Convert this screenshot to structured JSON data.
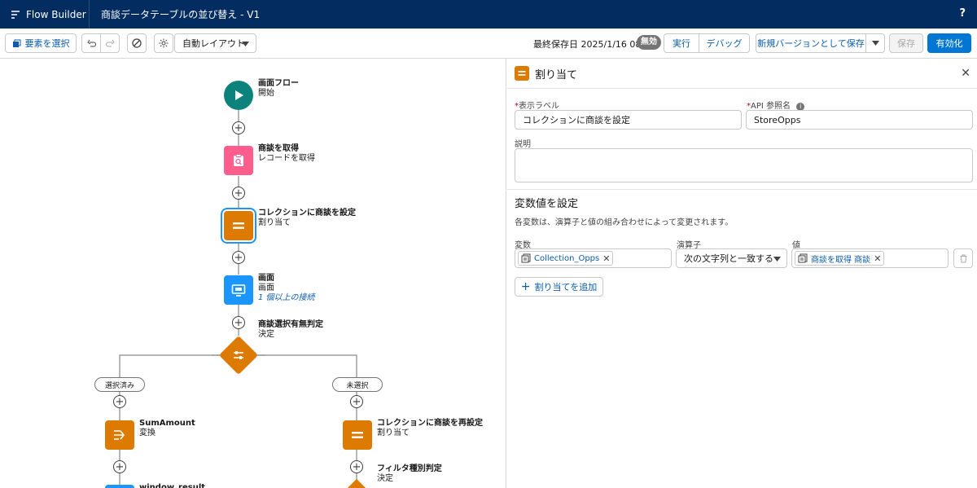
{
  "header": {
    "app_name": "Flow Builder",
    "flow_title": "商談データテーブルの並び替え - V1",
    "help_label": "?"
  },
  "toolbar": {
    "select_elements": "要素を選択",
    "layout_mode": "自動レイアウト",
    "last_saved": "最終保存日 2025/1/16 08:55",
    "status_badge": "無効",
    "run": "実行",
    "debug": "デバッグ",
    "save_new_version": "新規バージョンとして保存",
    "save": "保存",
    "activate": "有効化"
  },
  "canvas": {
    "nodes": [
      {
        "title": "画面フロー",
        "subtitle": "開始"
      },
      {
        "title": "商談を取得",
        "subtitle": "レコードを取得"
      },
      {
        "title": "コレクションに商談を設定",
        "subtitle": "割り当て"
      },
      {
        "title": "画面",
        "subtitle": "画面",
        "link": "1 個以上の接続"
      },
      {
        "title": "商談選択有無判定",
        "subtitle": "決定"
      },
      {
        "title": "SumAmount",
        "subtitle": "変換"
      },
      {
        "title": "コレクションに商談を再設定",
        "subtitle": "割り当て"
      },
      {
        "title": "フィルタ種別判定",
        "subtitle": "決定"
      },
      {
        "title": "window_result"
      }
    ],
    "branches": [
      "選択済み",
      "未選択"
    ]
  },
  "panel": {
    "title": "割り当て",
    "label_field": {
      "label": "表示ラベル",
      "value": "コレクションに商談を設定"
    },
    "api_field": {
      "label": "API 参照名",
      "value": "StoreOpps"
    },
    "description_label": "説明",
    "section_title": "変数値を設定",
    "section_desc": "各変数は、演算子と値の組み合わせによって変更されます。",
    "col_variable": "変数",
    "col_operator": "演算子",
    "col_value": "値",
    "row": {
      "variable": "Collection_Opps",
      "operator": "次の文字列と一致する",
      "value": "商談を取得 商談"
    },
    "add_button": "割り当てを追加"
  },
  "colors": {
    "header": "#032d60",
    "brand": "#0176d3",
    "assignment": "#dd7a01",
    "get_records": "#ff5d8e",
    "screen": "#1b96ff",
    "start": "#0b827c"
  }
}
